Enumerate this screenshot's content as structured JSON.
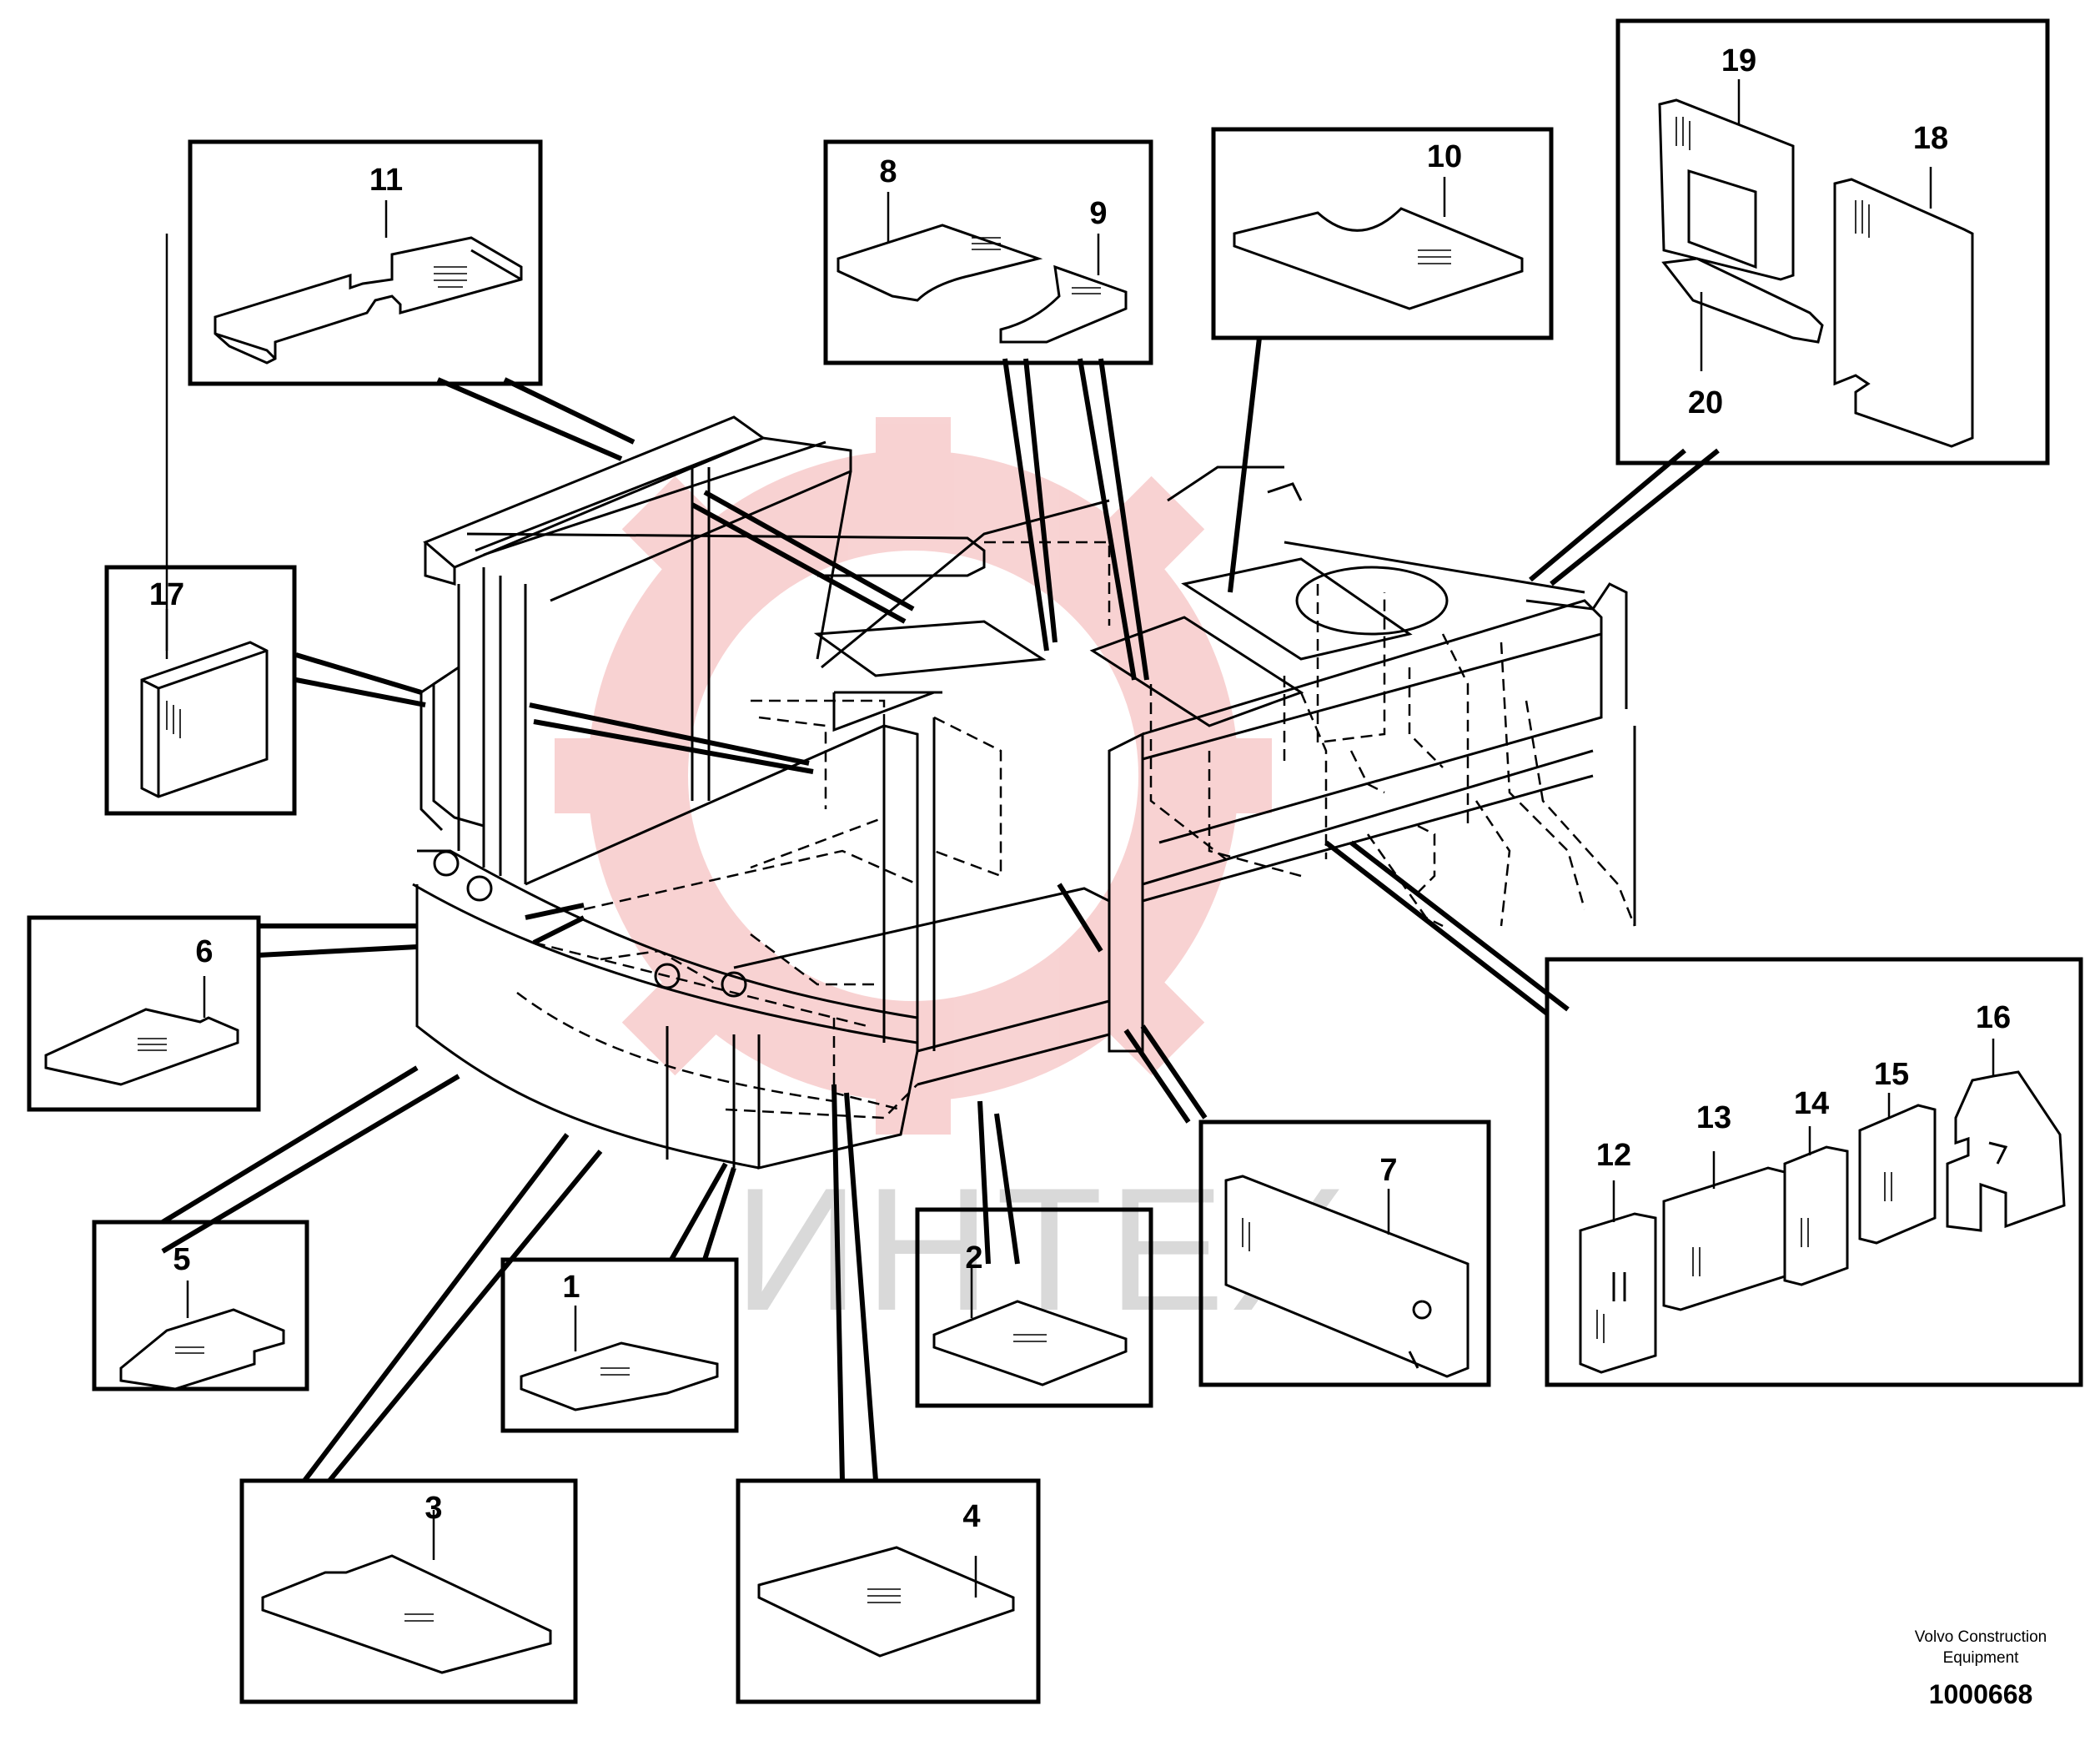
{
  "diagram": {
    "callouts": [
      "1",
      "2",
      "3",
      "4",
      "5",
      "6",
      "7",
      "8",
      "9",
      "10",
      "11",
      "12",
      "13",
      "14",
      "15",
      "16",
      "17",
      "18",
      "19",
      "20"
    ],
    "watermark": {
      "text": "ИНТЕХ",
      "color": "#f0a0a0"
    },
    "maker": {
      "line1": "Volvo Construction",
      "line2": "Equipment"
    },
    "drawing_number": "1000668",
    "colors": {
      "ink": "#000000",
      "watermark_gear": "#f5b5b5",
      "watermark_text": "#d9d9d9"
    }
  }
}
